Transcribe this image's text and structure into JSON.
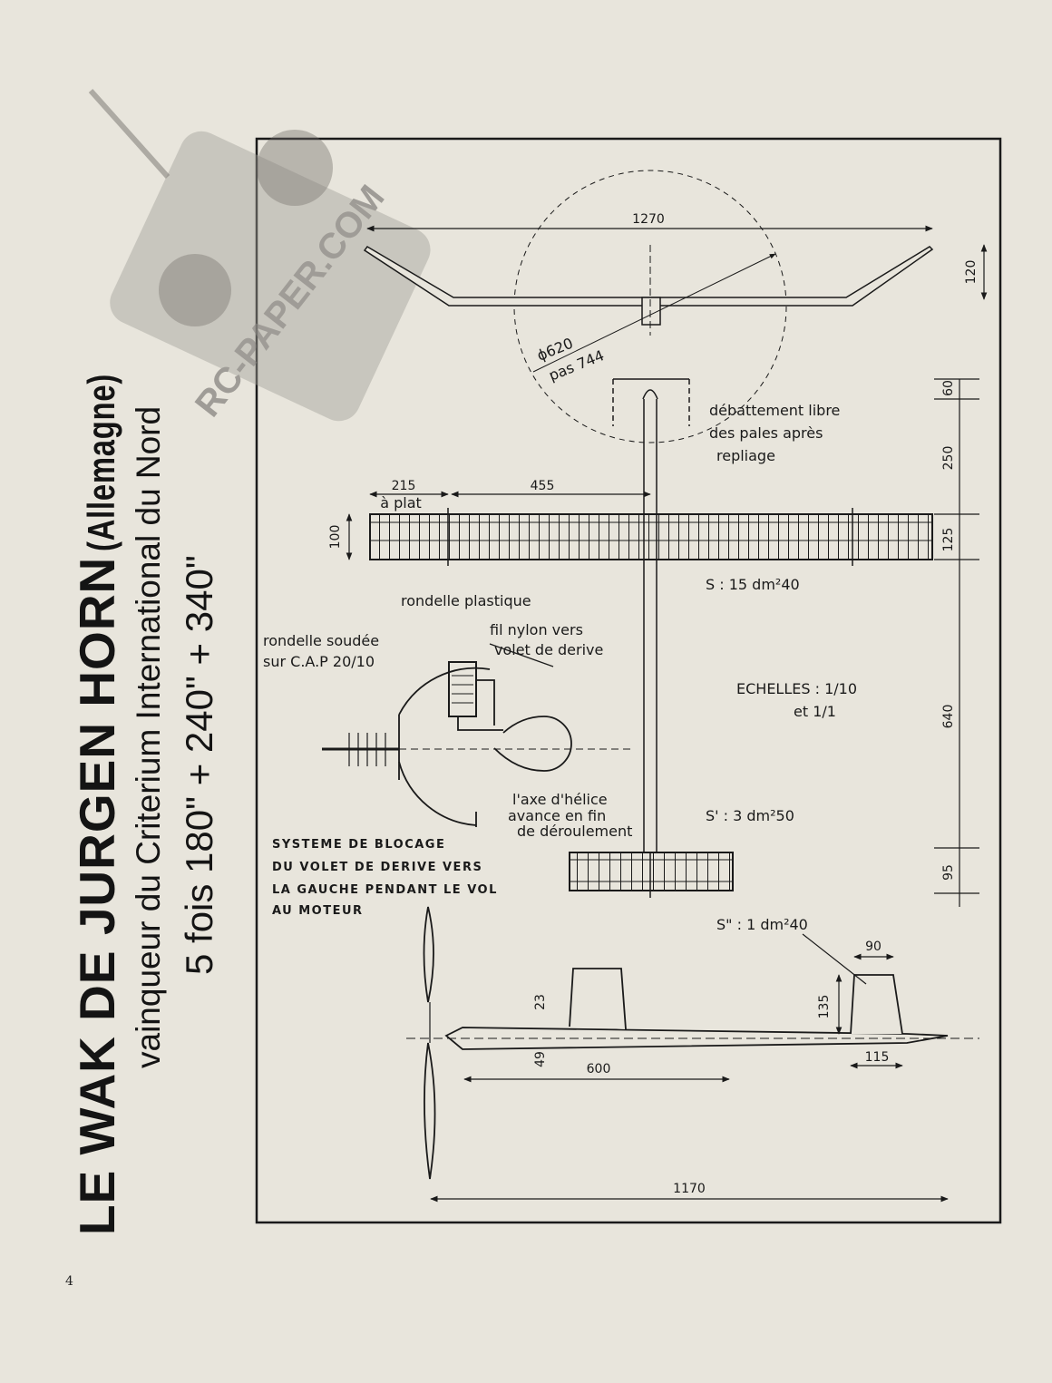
{
  "title": {
    "main": "LE WAK DE JURGEN HORN",
    "country": "(Allemagne)",
    "subtitle": "vainqueur du Criterium International du Nord",
    "scores": "5 fois 180\" + 240\" + 340\""
  },
  "page_number": "4",
  "watermark": "RC-PAPER.COM",
  "drawing": {
    "dims": {
      "prop_span": "1270",
      "prop_height": "120",
      "prop_diameter": "ϕ620",
      "prop_pitch": "pas 744",
      "nose_len": "60",
      "nose_to_wing": "250",
      "wing_chord": "125",
      "wing_to_tail": "640",
      "tail_chord": "95",
      "wing_tip_len": "215",
      "wing_tip_note": "à plat",
      "wing_center_len": "455",
      "wing_chord_left": "100",
      "fin_chord": "90",
      "fin_height": "135",
      "fuse_dim_a": "23",
      "fuse_dim_b": "49",
      "wing_pos": "600",
      "fin_base": "115",
      "overall_len": "1170"
    },
    "notes": {
      "blade_free_1": "débattement libre",
      "blade_free_2": "des pales après",
      "blade_free_3": "repliage",
      "wing_area": "S : 15 dm²40",
      "tail_area": "S' : 3 dm²50",
      "fin_area": "S\" : 1 dm²40",
      "scales_1": "ECHELLES : 1/10",
      "scales_2": "et   1/1",
      "washer_plastic": "rondelle plastique",
      "washer_welded_1": "rondelle soudée",
      "washer_welded_2": "sur C.A.P 20/10",
      "nylon_1": "fil nylon vers",
      "nylon_2": "volet de derive",
      "axis_1": "l'axe d'hélice",
      "axis_2": "avance en fin",
      "axis_3": "de déroulement",
      "system_1": "SYSTEME DE BLOCAGE",
      "system_2": "DU VOLET DE DERIVE VERS",
      "system_3": "LA GAUCHE PENDANT LE VOL",
      "system_4": "AU MOTEUR"
    }
  },
  "colors": {
    "paper": "#e8e5dc",
    "ink": "#1a1a1a",
    "watermark": "#8e8b86"
  }
}
